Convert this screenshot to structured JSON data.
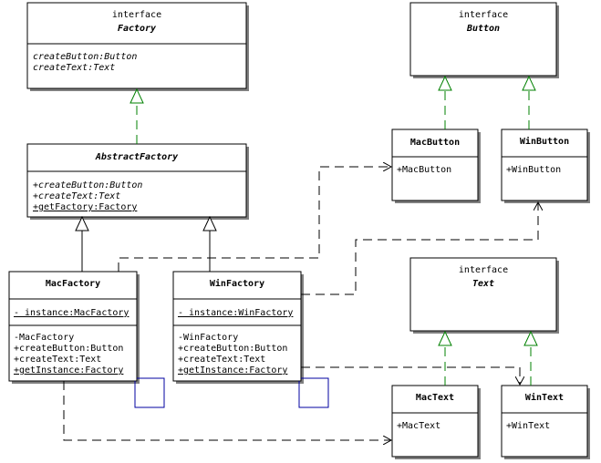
{
  "classes": {
    "factory": {
      "stereotype": "interface",
      "name": "Factory",
      "ops": [
        "createButton:Button",
        "createText:Text"
      ]
    },
    "abstract_factory": {
      "name": "AbstractFactory",
      "ops": [
        "+createButton:Button",
        "+createText:Text",
        "+getFactory:Factory"
      ]
    },
    "mac_factory": {
      "name": "MacFactory",
      "attr": "- instance:MacFactory",
      "ops": [
        "-MacFactory",
        "+createButton:Button",
        "+createText:Text",
        "+getInstance:Factory"
      ]
    },
    "win_factory": {
      "name": "WinFactory",
      "attr": "- instance:WinFactory",
      "ops": [
        "-WinFactory",
        "+createButton:Button",
        "+createText:Text",
        "+getInstance:Factory"
      ]
    },
    "button": {
      "stereotype": "interface",
      "name": "Button"
    },
    "mac_button": {
      "name": "MacButton",
      "ops": [
        "+MacButton"
      ]
    },
    "win_button": {
      "name": "WinButton",
      "ops": [
        "+WinButton"
      ]
    },
    "text": {
      "stereotype": "interface",
      "name": "Text"
    },
    "mac_text": {
      "name": "MacText",
      "ops": [
        "+MacText"
      ]
    },
    "win_text": {
      "name": "WinText",
      "ops": [
        "+WinText"
      ]
    }
  },
  "colors": {
    "line": "#000000",
    "realization": "#008000",
    "self_loop": "#0000a0",
    "box": "#ffffff",
    "shadow": "#808080"
  }
}
